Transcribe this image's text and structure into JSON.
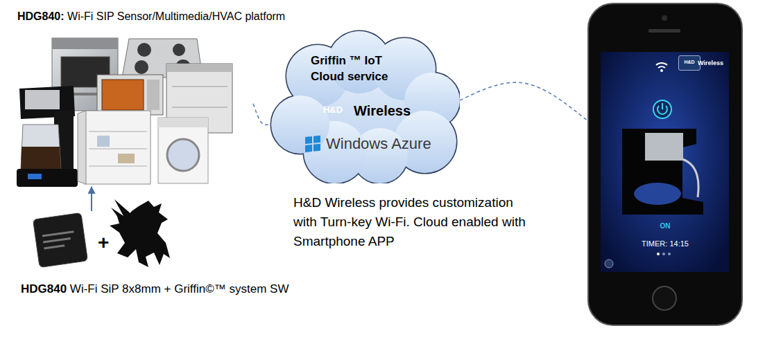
{
  "diagram": {
    "nodes": [
      {
        "text": [
          "HDG840: Wi-Fi SIP Sensor/Multimedia/HVAC platform"
        ]
      },
      {
        "text": [
          "Griffin ™ IoT Cloud service",
          "Wireless",
          "Windows Azure"
        ]
      },
      {
        "text": [
          "H&D"
        ],
        "in": 1
      },
      {
        "text": [
          "HDG840 Wi-Fi SiP 8x8mm + Griffin©™ system SW"
        ]
      },
      {
        "text": [
          "Wireless",
          "ON",
          "TIMER: 14:15"
        ]
      },
      {
        "text": [
          "H&D"
        ],
        "in": 4
      }
    ],
    "edges": [
      {
        "from": 3,
        "to": 0,
        "arrow": "to"
      },
      {
        "from": 0,
        "to": 1,
        "arrow": "none"
      },
      {
        "from": 1,
        "to": 4,
        "arrow": "none"
      }
    ],
    "labels": [
      "H&D Wireless provides customization with Turn-key Wi-Fi. Cloud enabled with Smartphone APP",
      "+"
    ]
  }
}
